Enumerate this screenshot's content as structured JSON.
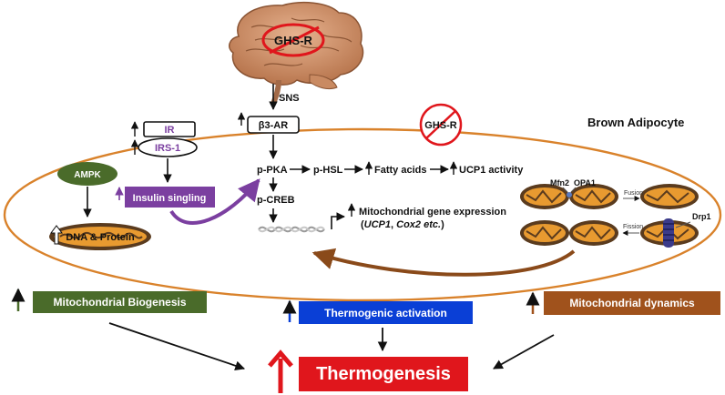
{
  "brain": {
    "label": "GHS-R"
  },
  "pathway": {
    "sns": "SNS",
    "b3ar": "β3-AR",
    "ir": "IR",
    "irs1": "IRS-1",
    "ampk": "AMPK",
    "insulin_signaling": "Insulin singling",
    "dna_protein": "DNA & Protein",
    "p_pka": "p-PKA",
    "p_hsl": "p-HSL",
    "fatty_acids": "Fatty acids",
    "ucp1_activity": "UCP1 activity",
    "p_creb": "p-CREB",
    "mito_gene_line1": "Mitochondrial gene expression",
    "mito_gene_line2_open": "(",
    "mito_gene_ucp1": "UCP1",
    "mito_gene_sep": ", ",
    "mito_gene_cox2": "Cox2 etc.",
    "mito_gene_close": ")"
  },
  "cell": {
    "ghsr_crossed": "GHS-R",
    "title": "Brown Adipocyte"
  },
  "dynamics": {
    "mfn2": "Mfn2",
    "opa1": "OPA1",
    "fusion": "Fusion",
    "fission": "Fission",
    "drp1": "Drp1"
  },
  "outcomes": {
    "biogenesis": "Mitochondrial Biogenesis",
    "thermogenic": "Thermogenic activation",
    "dynamics": "Mitochondrial dynamics",
    "thermogenesis": "Thermogenesis"
  },
  "colors": {
    "cell_outline": "#d9822b",
    "purple": "#7b3fa0",
    "green": "#4a6b2a",
    "blue": "#0a3fd6",
    "brown": "#a0521c",
    "red": "#e0161c",
    "ampk": "#4a6b2a",
    "mito": "#e89a30"
  }
}
